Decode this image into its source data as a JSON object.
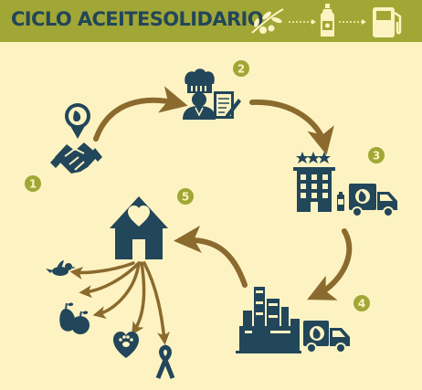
{
  "header": {
    "title": "CICLO ACEITESOLIDARIO",
    "icons": [
      "olive-branch-icon",
      "oil-bottle-icon",
      "fuel-pump-icon"
    ]
  },
  "steps": [
    {
      "number": "1",
      "icon": "handshake-icon"
    },
    {
      "number": "2",
      "icon": "chef-form-icon"
    },
    {
      "number": "3",
      "icon": "hotel-truck-icon"
    },
    {
      "number": "4",
      "icon": "refinery-truck-icon"
    },
    {
      "number": "5",
      "icon": "heart-house-icon"
    }
  ],
  "beneficiaries": [
    "bird-icon",
    "fruit-icon",
    "paw-heart-icon",
    "ribbon-icon"
  ],
  "colors": {
    "navy": "#22465a",
    "olive": "#a1a735",
    "brown_arrow": "#8b6a2e",
    "background": "#fdf3c2"
  }
}
